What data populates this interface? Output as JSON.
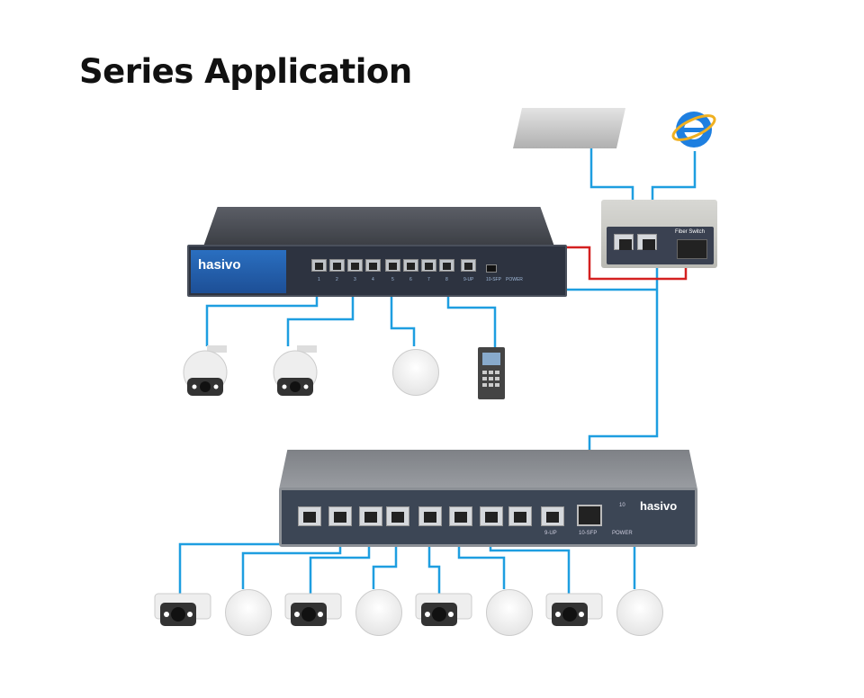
{
  "title": "Series Application",
  "top_switch": {
    "brand": "hasivo",
    "ports": [
      "1",
      "2",
      "3",
      "4",
      "5",
      "6",
      "7",
      "8"
    ],
    "uplink": "9-UP",
    "sfp": "10-SFP",
    "power": "POWER"
  },
  "bottom_switch": {
    "brand": "hasivo",
    "uplink": "9-UP",
    "sfp": "10-SFP",
    "power": "POWER",
    "led": "10"
  },
  "fiber_switch": {
    "label": "Fiber Switch"
  },
  "colors": {
    "ethernet": "#1e9ee0",
    "fiber": "#d42020",
    "switch_blue": "#1d4f96"
  },
  "icons": [
    "nvr-icon",
    "internet-explorer-icon",
    "dome-camera-icon",
    "wireless-ap-icon",
    "access-control-icon",
    "bullet-camera-icon"
  ]
}
